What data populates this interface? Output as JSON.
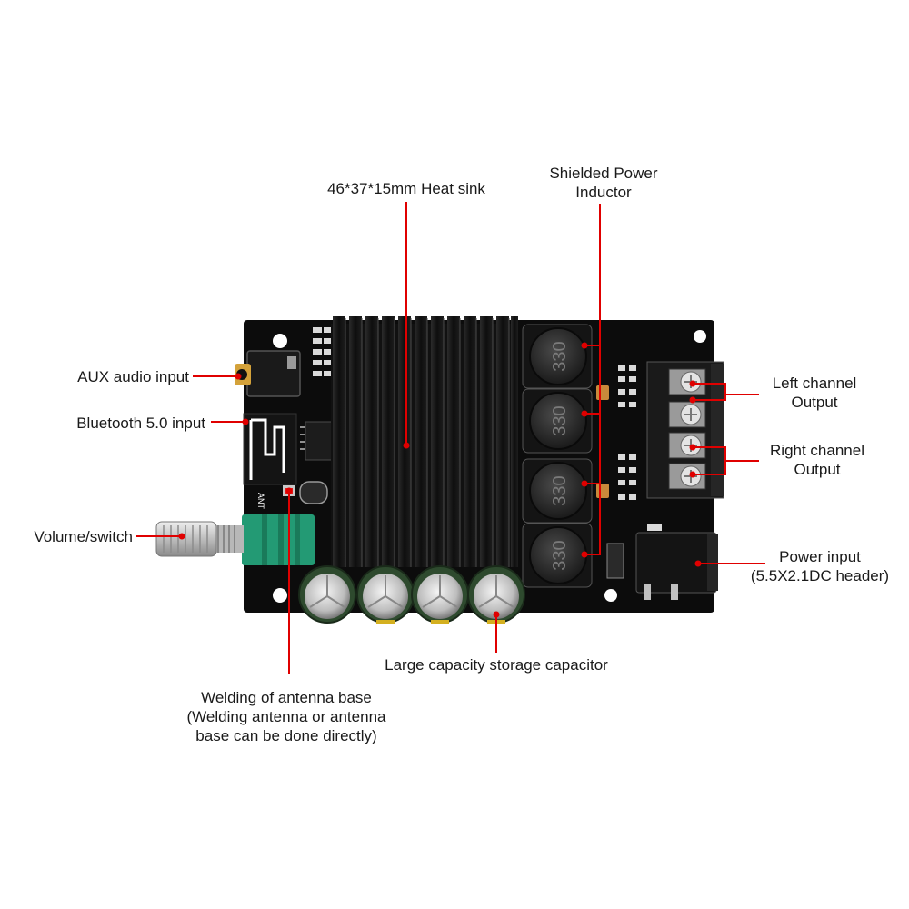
{
  "accent_color": "#e00000",
  "board": {
    "ant_silkscreen": "ANT",
    "inductor_markings": [
      "330",
      "330",
      "330",
      "330"
    ]
  },
  "labels": {
    "heat_sink": "46*37*15mm Heat sink",
    "inductor_line1": "Shielded Power",
    "inductor_line2": "Inductor",
    "aux_input": "AUX audio input",
    "bluetooth": "Bluetooth 5.0 input",
    "volume": "Volume/switch",
    "left_line1": "Left channel",
    "left_line2": "Output",
    "right_line1": "Right channel",
    "right_line2": "Output",
    "power_line1": "Power input",
    "power_line2": "(5.5X2.1DC header)",
    "capacitor": "Large capacity storage capacitor",
    "antenna_line1": "Welding of antenna base",
    "antenna_line2": "(Welding antenna or antenna",
    "antenna_line3": "base can be done directly)"
  }
}
